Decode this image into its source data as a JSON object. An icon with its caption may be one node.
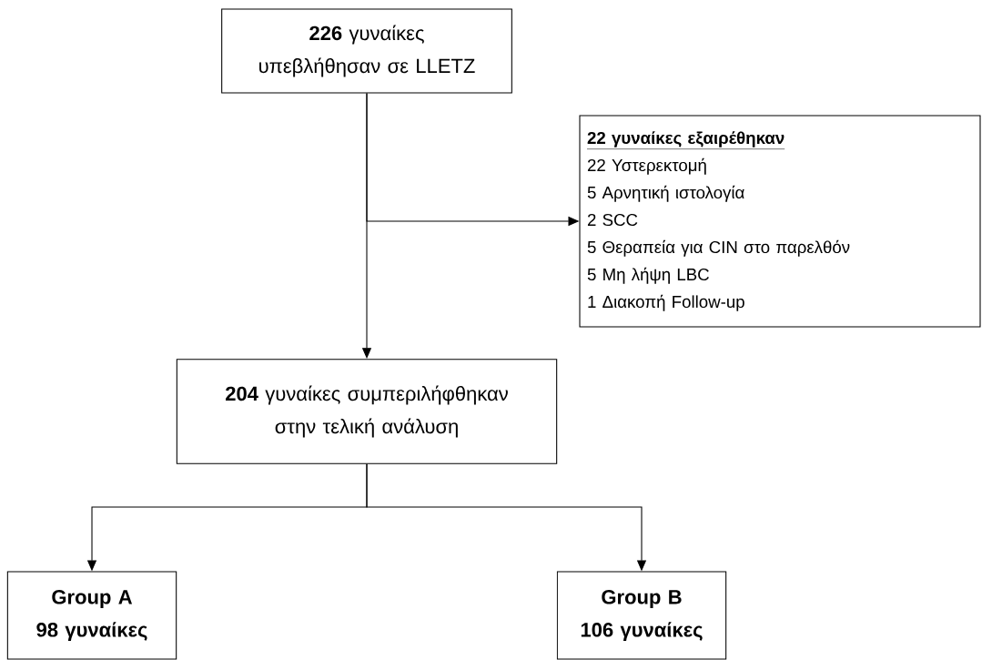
{
  "diagram": {
    "nodes": [
      {
        "text": [
          "**226** γυναίκες υπεβλήθησαν σε LLETZ"
        ]
      },
      {
        "text": [
          "22 γυναίκες εξαιρέθηκαν",
          "22 Υστερεκτομή",
          "5 Αρνητική ιστολογία",
          "2 SCC",
          "5 Θεραπεία για CIN στο παρελθόν",
          "5 Μη λήψη LBC",
          "1 Διακοπή Follow-up"
        ]
      },
      {
        "text": [
          "**204** γυναίκες συμπεριλήφθηκαν στην τελική ανάλυση"
        ]
      },
      {
        "text": [
          "Group A",
          "98 γυναίκες"
        ]
      },
      {
        "text": [
          "Group B",
          "106 γυναίκες"
        ]
      }
    ],
    "edges": [
      {
        "from": 0,
        "to": 2,
        "arrow": "to"
      },
      {
        "from": 0,
        "to": 1,
        "arrow": "to"
      },
      {
        "from": 2,
        "to": 3,
        "arrow": "to"
      },
      {
        "from": 2,
        "to": 4,
        "arrow": "to"
      }
    ]
  }
}
